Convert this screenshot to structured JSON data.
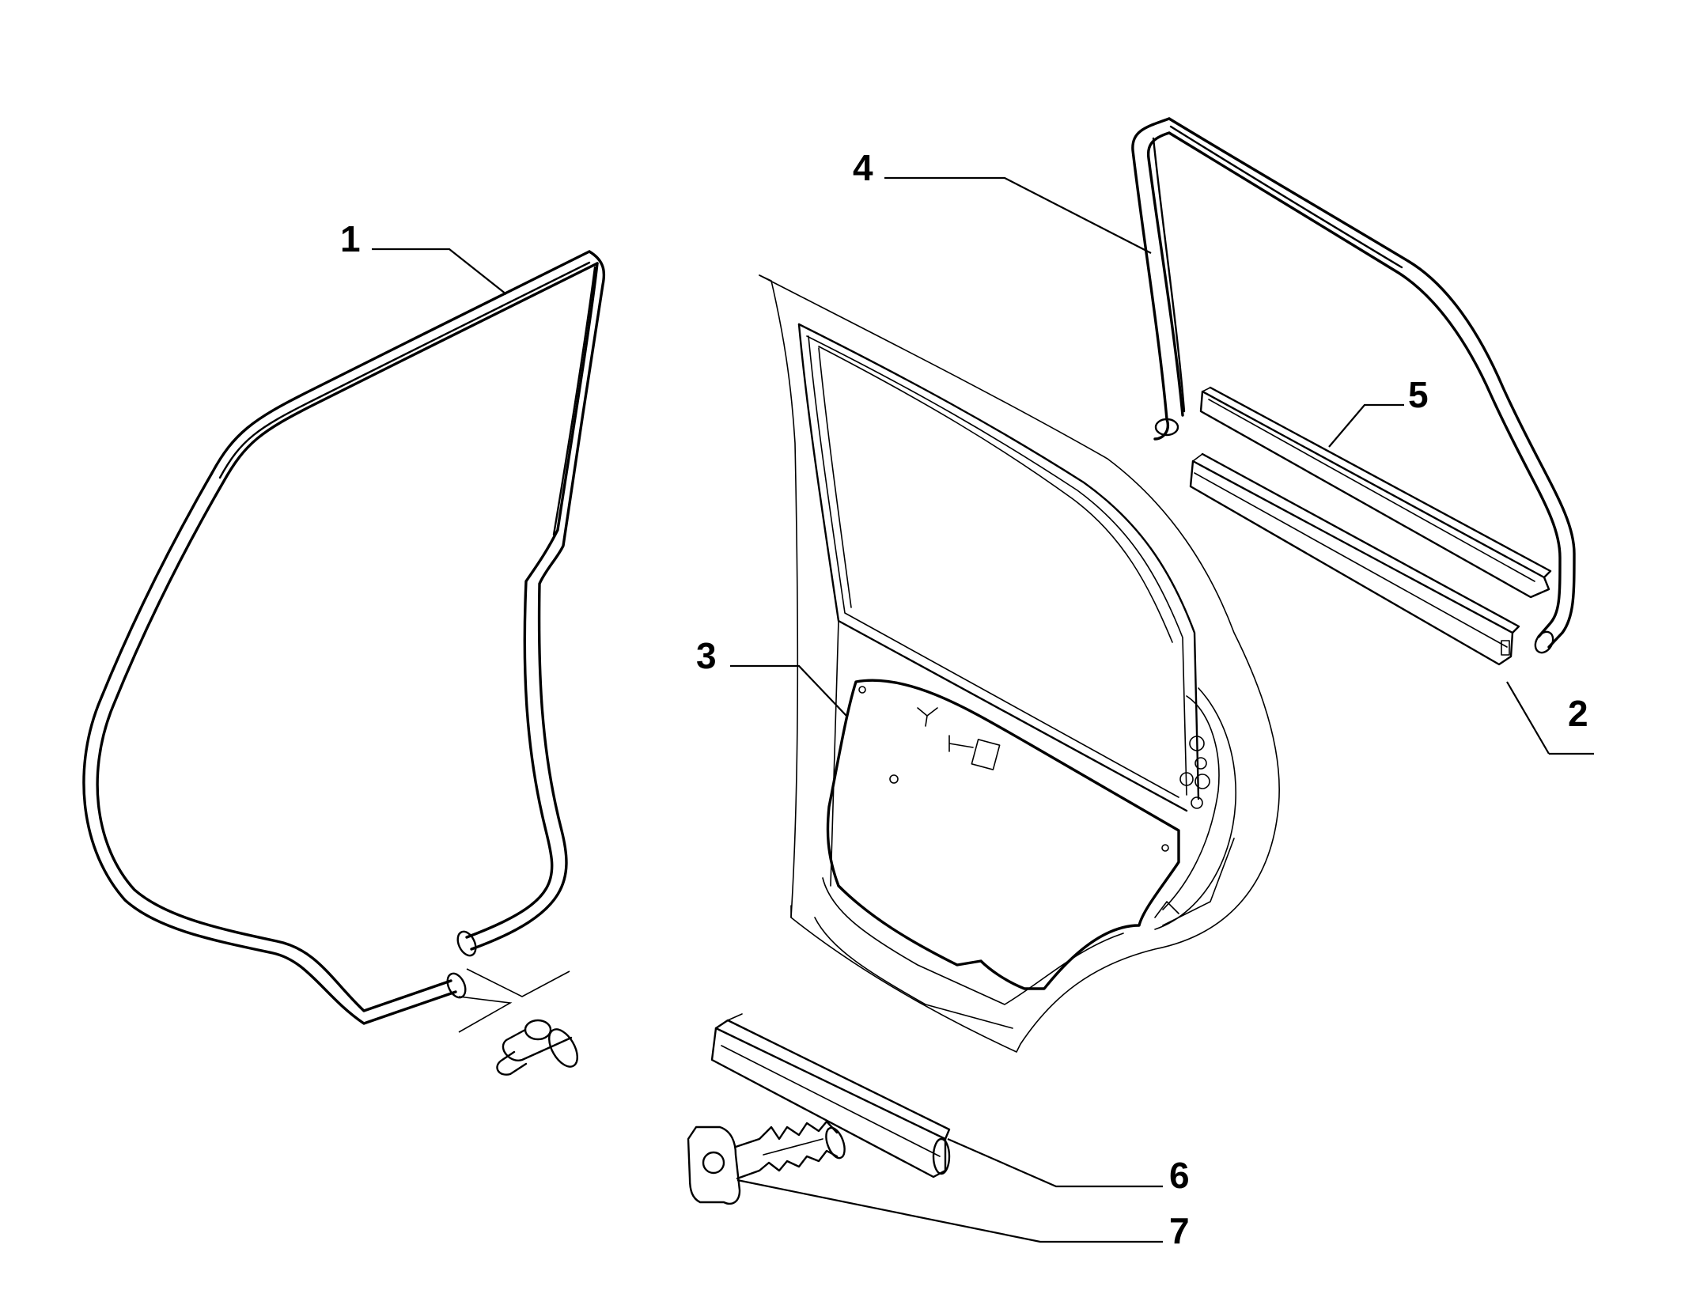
{
  "callouts": [
    {
      "id": "1",
      "label": "1",
      "part": "door-frame-seal"
    },
    {
      "id": "2",
      "label": "2",
      "part": "inner-belt-weatherstrip"
    },
    {
      "id": "3",
      "label": "3",
      "part": "door-panel"
    },
    {
      "id": "4",
      "label": "4",
      "part": "window-channel"
    },
    {
      "id": "5",
      "label": "5",
      "part": "outer-belt-weatherstrip"
    },
    {
      "id": "6",
      "label": "6",
      "part": "lower-seal-strip"
    },
    {
      "id": "7",
      "label": "7",
      "part": "push-clip-fastener"
    }
  ],
  "colors": {
    "line": "#000000",
    "background": "#ffffff"
  }
}
